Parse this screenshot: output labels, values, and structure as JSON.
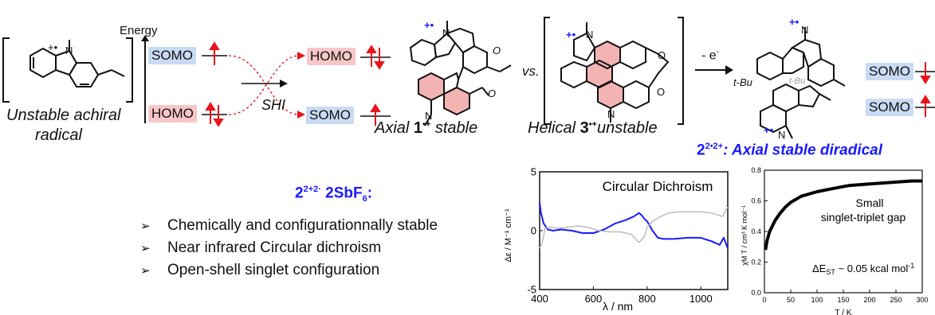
{
  "left": {
    "energy_label": "Energy",
    "somo_label": "SOMO",
    "homo_label": "HOMO",
    "shi_label": "SHI",
    "caption_line1": "Unstable achiral",
    "caption_line2": "radical",
    "radical_mark": "+•"
  },
  "mid": {
    "homo_label": "HOMO",
    "somo_label": "SOMO",
    "axial_prefix": "Axial ",
    "axial_number": "1",
    "axial_sup": "•+",
    "axial_suffix": " stable",
    "vs_label": "vs.",
    "helical_prefix": "Helical ",
    "helical_number": "3",
    "helical_sup": "•+",
    "helical_suffix": "unstable",
    "oxidation_label": "- e",
    "oxidation_sup": "-"
  },
  "right": {
    "tbu_left": "t-Bu",
    "tbu_inner": "t-Bu",
    "somo_top": "SOMO",
    "somo_bottom": "SOMO",
    "diradical_number": "2",
    "diradical_sup": "2•2+",
    "diradical_text": ": Axial stable diradical"
  },
  "salt": {
    "number": "2",
    "sup": "2+2·",
    "text": " 2SbF",
    "sub": "6",
    "colon": ":"
  },
  "bullets": [
    "Chemically and configurationnally stable",
    "Near infrared Circular dichroism",
    "Open-shell singlet configuration"
  ],
  "colors": {
    "blue": "#1a1aff",
    "red": "#e8141b",
    "somo_bg": "#c9daf3",
    "homo_bg": "#f7c6c6",
    "ring_fill": "#f3b3b3"
  },
  "chart_data": [
    {
      "type": "line",
      "title": "Circular Dichroism",
      "xlabel": "λ / nm",
      "ylabel": "Δε / M⁻¹ cm⁻¹",
      "xlim": [
        400,
        1100
      ],
      "ylim": [
        -5,
        5
      ],
      "xticks": [
        "400",
        "600",
        "800",
        "1000"
      ],
      "yticks": [
        "5",
        "0",
        "-5"
      ],
      "series": [
        {
          "color": "#1a1aff",
          "x": [
            400,
            405,
            415,
            430,
            450,
            480,
            520,
            560,
            600,
            640,
            680,
            720,
            750,
            770,
            780,
            790,
            800,
            820,
            840,
            860,
            900,
            950,
            1000,
            1040,
            1070,
            1085,
            1100
          ],
          "y": [
            2.4,
            1.5,
            0.6,
            0.1,
            0.0,
            0.1,
            0.0,
            -0.2,
            -0.2,
            0.1,
            0.6,
            0.9,
            1.2,
            1.5,
            1.3,
            1.0,
            0.8,
            0.0,
            -0.6,
            -0.7,
            -0.7,
            -0.6,
            -0.6,
            -0.9,
            -1.2,
            -0.6,
            -1.5
          ]
        },
        {
          "color": "#bdbdbd",
          "x": [
            400,
            410,
            420,
            440,
            470,
            500,
            540,
            580,
            620,
            660,
            700,
            740,
            770,
            790,
            800,
            820,
            850,
            880,
            920,
            960,
            1000,
            1040,
            1080,
            1100
          ],
          "y": [
            -1.5,
            -1.0,
            0.2,
            0.3,
            0.2,
            0.3,
            0.4,
            0.3,
            0.0,
            -0.1,
            -0.1,
            -0.3,
            -1.0,
            -0.5,
            0.3,
            0.8,
            1.2,
            1.5,
            1.6,
            1.6,
            1.6,
            1.5,
            1.2,
            2.0
          ]
        }
      ]
    },
    {
      "type": "line",
      "annotation_line1": "Small",
      "annotation_line2": "singlet-triplet gap",
      "delta_label": "ΔE",
      "delta_sub": "ST",
      "delta_value": " ~ 0.05 kcal mol",
      "delta_sup": "-1",
      "xlabel": "T / K",
      "ylabel": "χM T / cm³ K mol⁻¹",
      "xlim": [
        0,
        300
      ],
      "ylim": [
        0,
        0.8
      ],
      "xticks": [
        "0",
        "50",
        "100",
        "150",
        "200",
        "250",
        "300"
      ],
      "yticks": [
        "0.0",
        "0.2",
        "0.4",
        "0.6",
        "0.8"
      ],
      "series": [
        {
          "color": "#000000",
          "x": [
            2,
            5,
            10,
            20,
            30,
            40,
            50,
            70,
            100,
            130,
            160,
            200,
            240,
            280,
            300
          ],
          "y": [
            0.28,
            0.34,
            0.4,
            0.47,
            0.52,
            0.56,
            0.59,
            0.63,
            0.66,
            0.68,
            0.7,
            0.71,
            0.72,
            0.73,
            0.73
          ]
        }
      ]
    }
  ]
}
